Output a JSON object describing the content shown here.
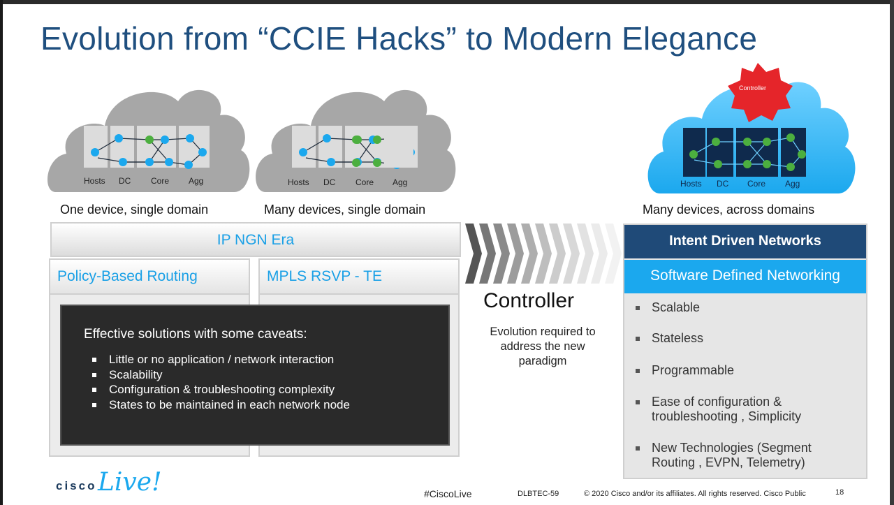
{
  "slide": {
    "title": "Evolution from “CCIE Hacks” to Modern Elegance",
    "clouds": [
      {
        "caption": "One device, single domain",
        "labels": [
          "Hosts",
          "DC",
          "Core",
          "Agg"
        ]
      },
      {
        "caption": "Many devices, single domain",
        "labels": [
          "Hosts",
          "DC",
          "Core",
          "Agg"
        ]
      },
      {
        "caption": "Many devices, across domains",
        "labels": [
          "Hosts",
          "DC",
          "Core",
          "Agg"
        ],
        "gear_label": "Controller"
      }
    ],
    "ip_ngn": "IP NGN Era",
    "col1_title": "Policy-Based Routing",
    "col2_title": "MPLS RSVP - TE",
    "caveats": {
      "heading": "Effective solutions with some caveats:",
      "items": [
        "Little or no application / network interaction",
        "Scalability",
        "Configuration & troubleshooting complexity",
        "States to be maintained in each network node"
      ]
    },
    "controller": "Controller",
    "evolution_text": "Evolution required to address the new paradigm",
    "intent": "Intent Driven Networks",
    "sdn": "Software Defined Networking",
    "benefits": [
      "Scalable",
      "Stateless",
      "Programmable",
      "Ease of configuration & troubleshooting , Simplicity",
      "New Technologies (Segment Routing , EVPN, Telemetry)"
    ]
  },
  "footer": {
    "brand": "cisco",
    "brand_live": "Live!",
    "hashtag": "#CiscoLive",
    "session": "DLBTEC-59",
    "copyright": "© 2020  Cisco and/or its affiliates. All rights reserved.   Cisco Public",
    "page": "18"
  },
  "colors": {
    "title": "#1f4f7f",
    "accent": "#1ba8ee",
    "dark_blue": "#1f4a78",
    "green_node": "#4caf3f"
  }
}
